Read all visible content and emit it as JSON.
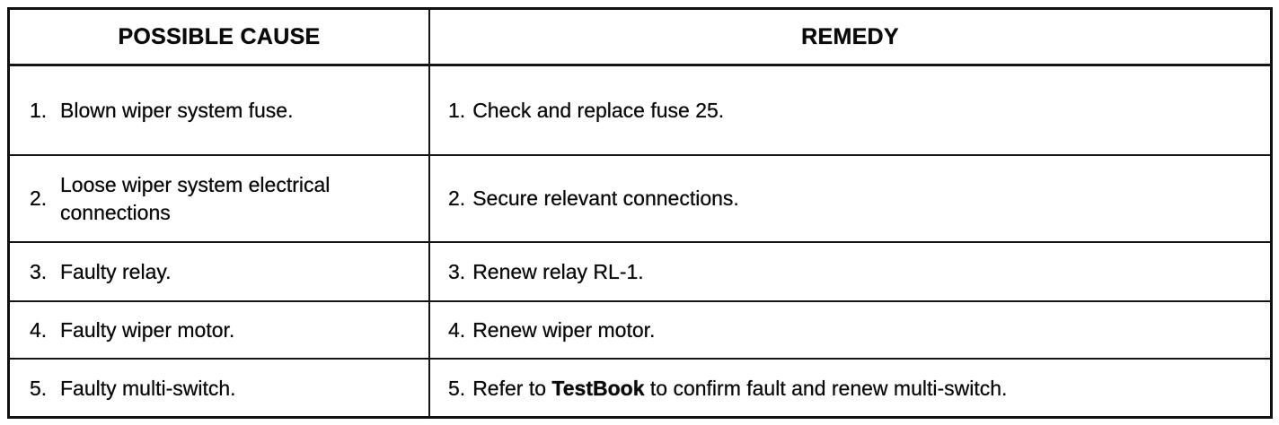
{
  "table": {
    "headers": [
      "POSSIBLE CAUSE",
      "REMEDY"
    ],
    "rows": [
      {
        "cause_num": "1.",
        "cause": "Blown wiper system fuse.",
        "remedy_num": "1.",
        "remedy": "Check and replace fuse 25."
      },
      {
        "cause_num": "2.",
        "cause": "Loose wiper system electrical connections",
        "remedy_num": "2.",
        "remedy": "Secure relevant connections."
      },
      {
        "cause_num": "3.",
        "cause": "Faulty relay.",
        "remedy_num": "3.",
        "remedy": "Renew relay RL-1."
      },
      {
        "cause_num": "4.",
        "cause": "Faulty wiper motor.",
        "remedy_num": "4.",
        "remedy": "Renew wiper motor."
      },
      {
        "cause_num": "5.",
        "cause": "Faulty multi-switch.",
        "remedy_num": "5.",
        "remedy_pre": "Refer to ",
        "remedy_bold": "TestBook",
        "remedy_post": " to confirm fault and renew multi-switch."
      }
    ]
  }
}
